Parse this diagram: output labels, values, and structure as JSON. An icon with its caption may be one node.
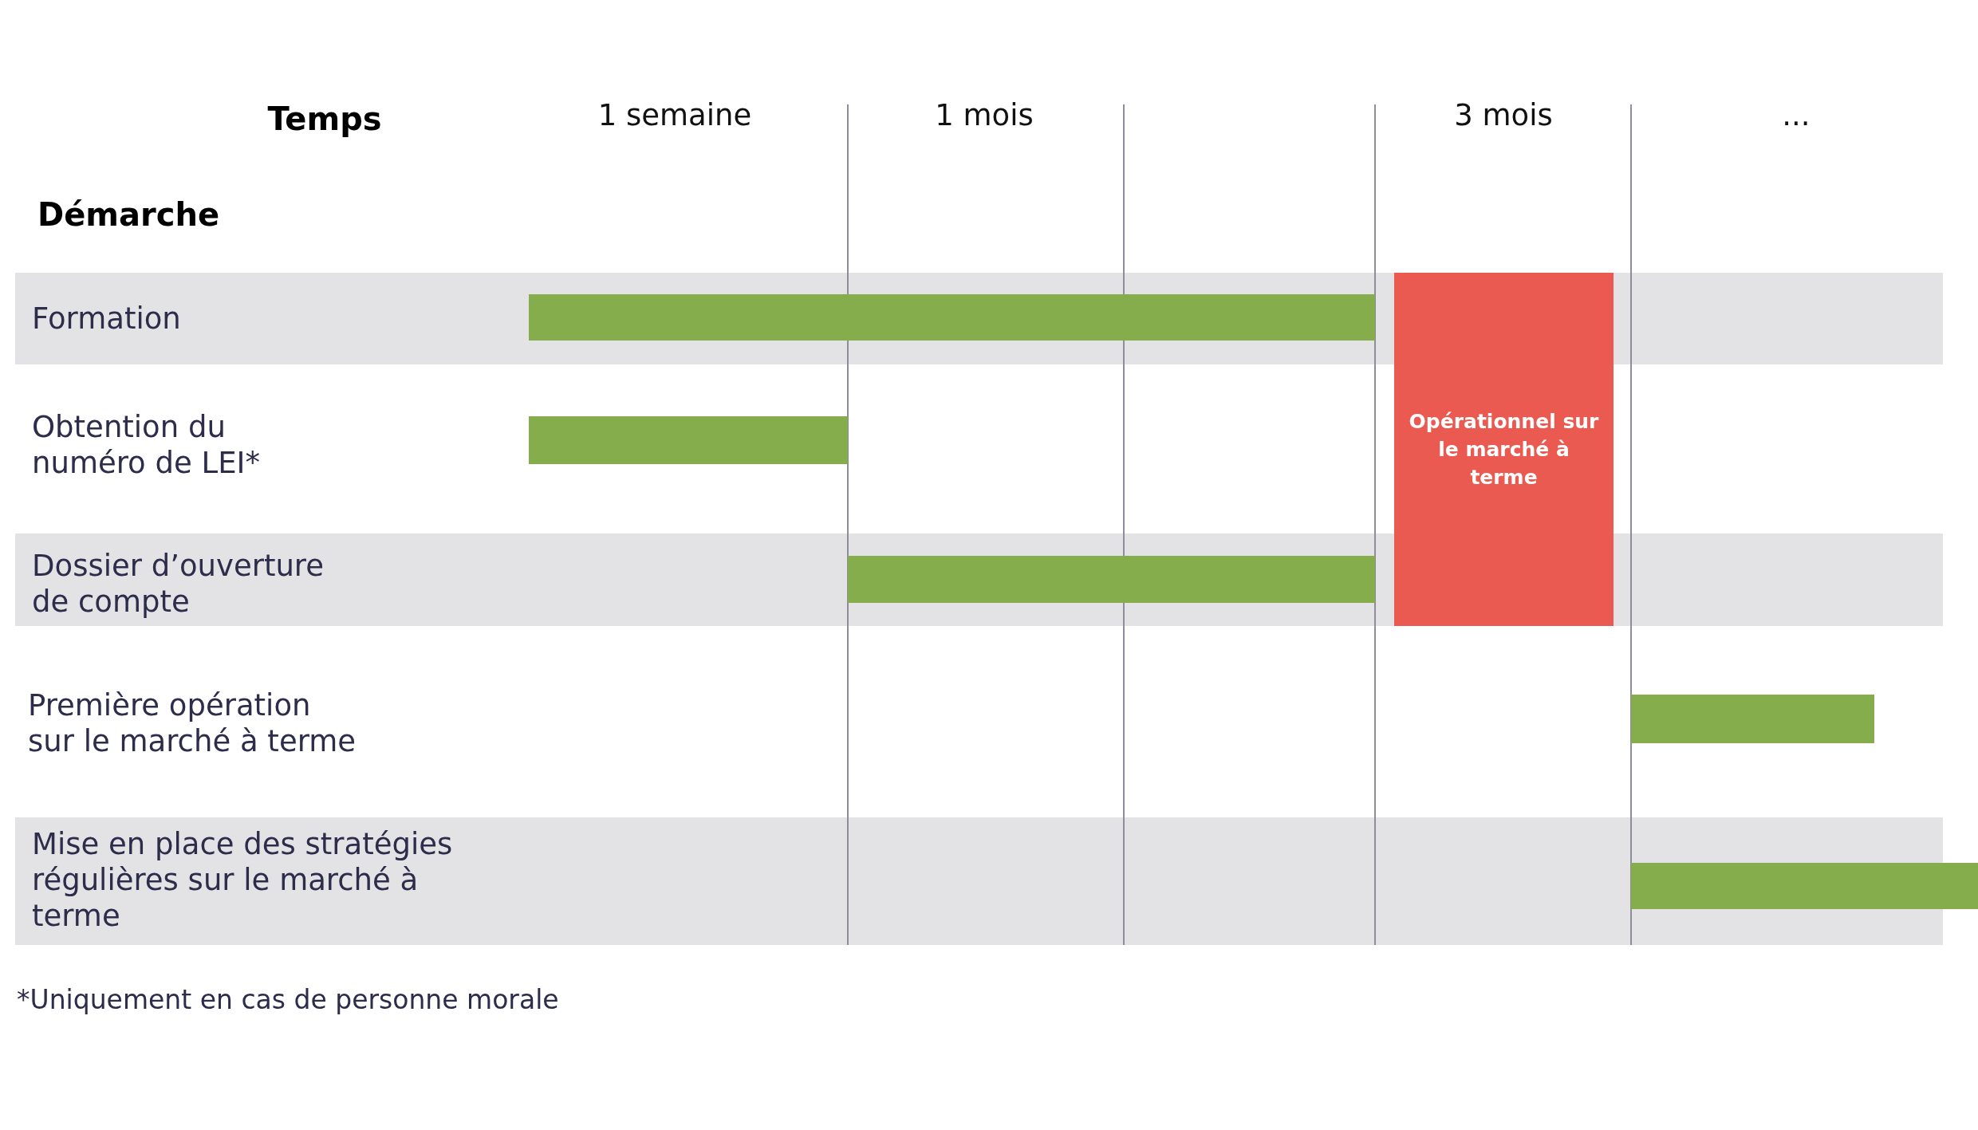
{
  "diagram": {
    "nodes": [
      {
        "text": [
          "Opérationnel sur le marché à terme"
        ]
      },
      {
        "text": [],
        "shape": "bar"
      },
      {
        "text": [],
        "shape": "bar"
      },
      {
        "text": [],
        "shape": "bar"
      },
      {
        "text": [],
        "shape": "bar"
      },
      {
        "text": [],
        "shape": "bar"
      }
    ],
    "labels": [
      "Temps",
      "1 semaine",
      "1 mois",
      "3 mois",
      "...",
      "Démarche",
      "Formation",
      "Obtention du numéro de LEI*",
      "Dossier d’ouverture de compte",
      "Première opération sur le marché à terme",
      "Mise en place des stratégies régulières sur le marché à terme",
      "*Uniquement en cas de personne morale"
    ]
  }
}
